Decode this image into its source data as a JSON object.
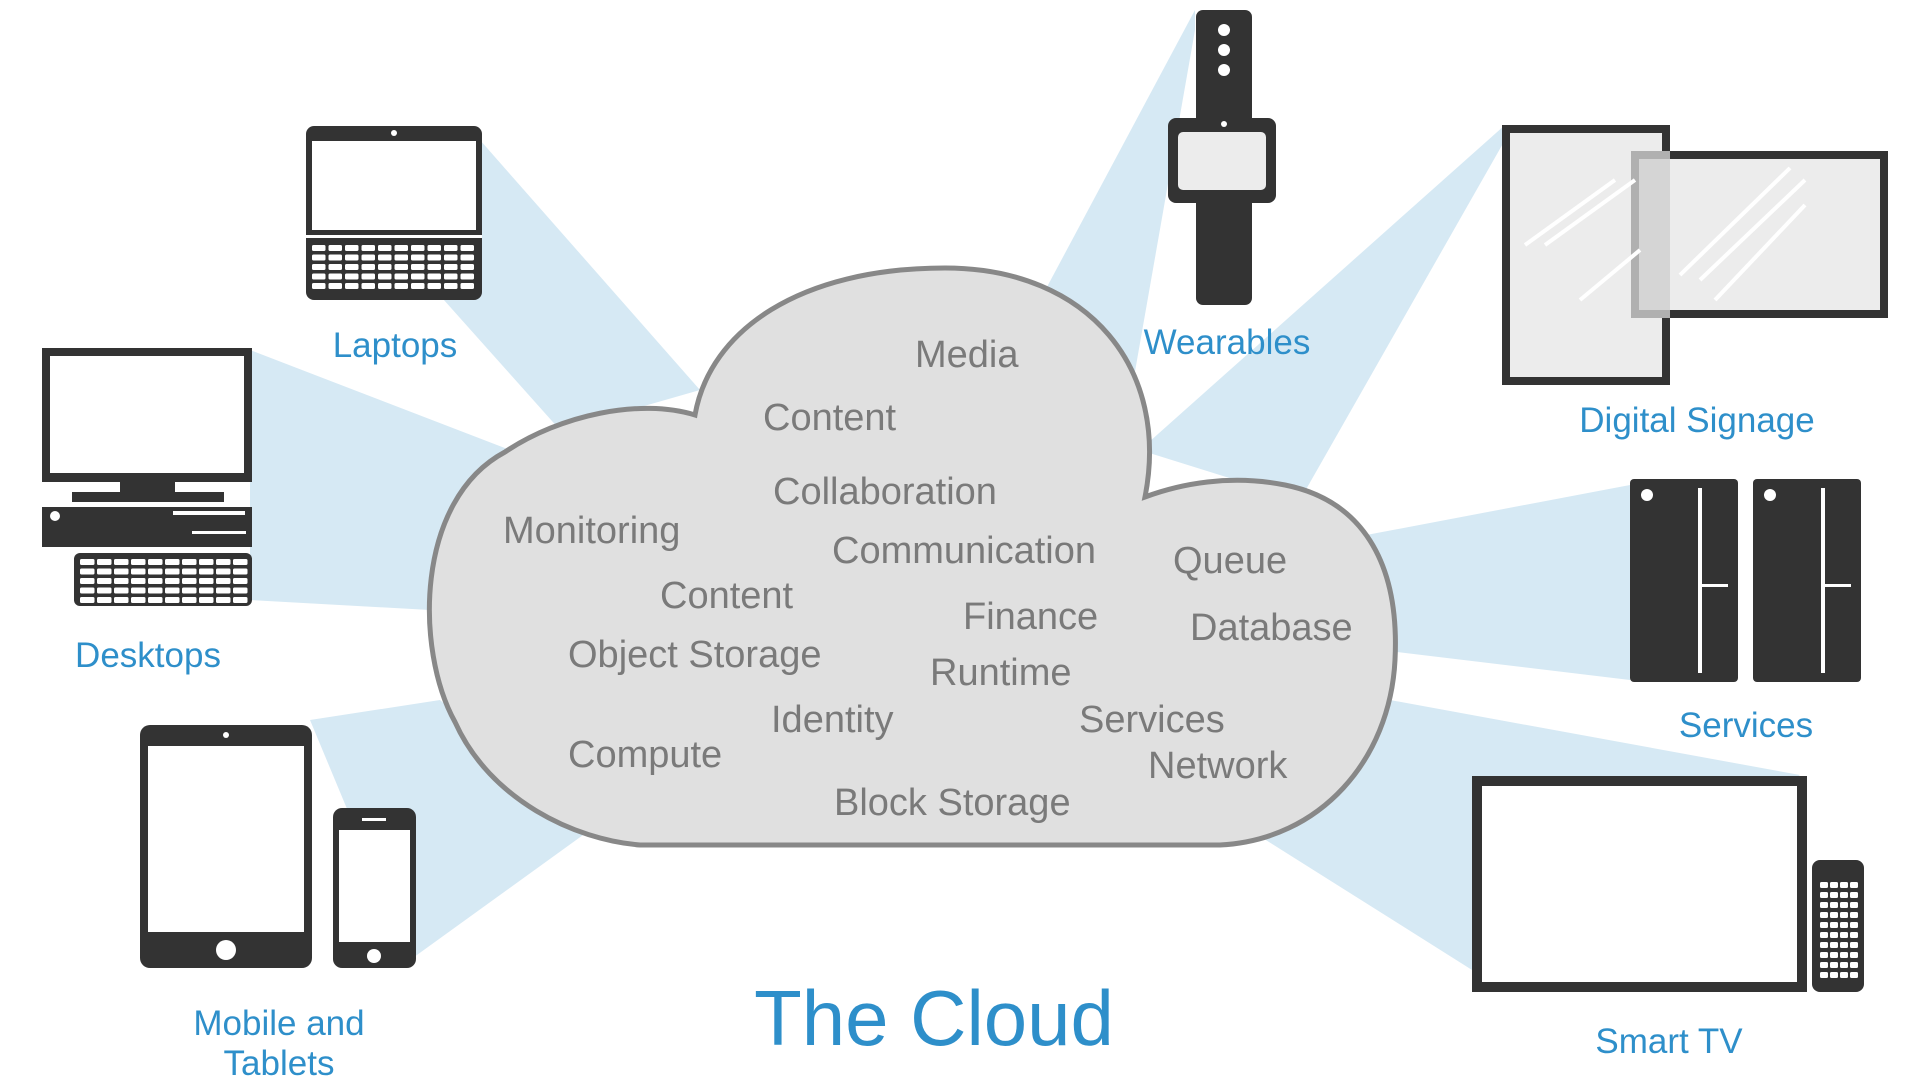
{
  "title": "The Cloud",
  "colors": {
    "accent": "#2e8fca",
    "beam": "#d6e9f4",
    "cloud_fill": "#e0e0e0",
    "cloud_stroke": "#888888",
    "device": "#333333",
    "service_text": "#7a7a7a"
  },
  "devices": {
    "laptops": "Laptops",
    "desktops": "Desktops",
    "mobile_line1": "Mobile and",
    "mobile_line2": "Tablets",
    "wearables": "Wearables",
    "signage": "Digital Signage",
    "services": "Services",
    "smart_tv": "Smart TV"
  },
  "cloud_services": {
    "media": "Media",
    "content_top": "Content",
    "collaboration": "Collaboration",
    "monitoring": "Monitoring",
    "communication": "Communication",
    "queue": "Queue",
    "content_mid": "Content",
    "finance": "Finance",
    "database": "Database",
    "object_storage": "Object Storage",
    "runtime": "Runtime",
    "identity": "Identity",
    "services": "Services",
    "compute": "Compute",
    "network": "Network",
    "block_storage": "Block Storage"
  }
}
